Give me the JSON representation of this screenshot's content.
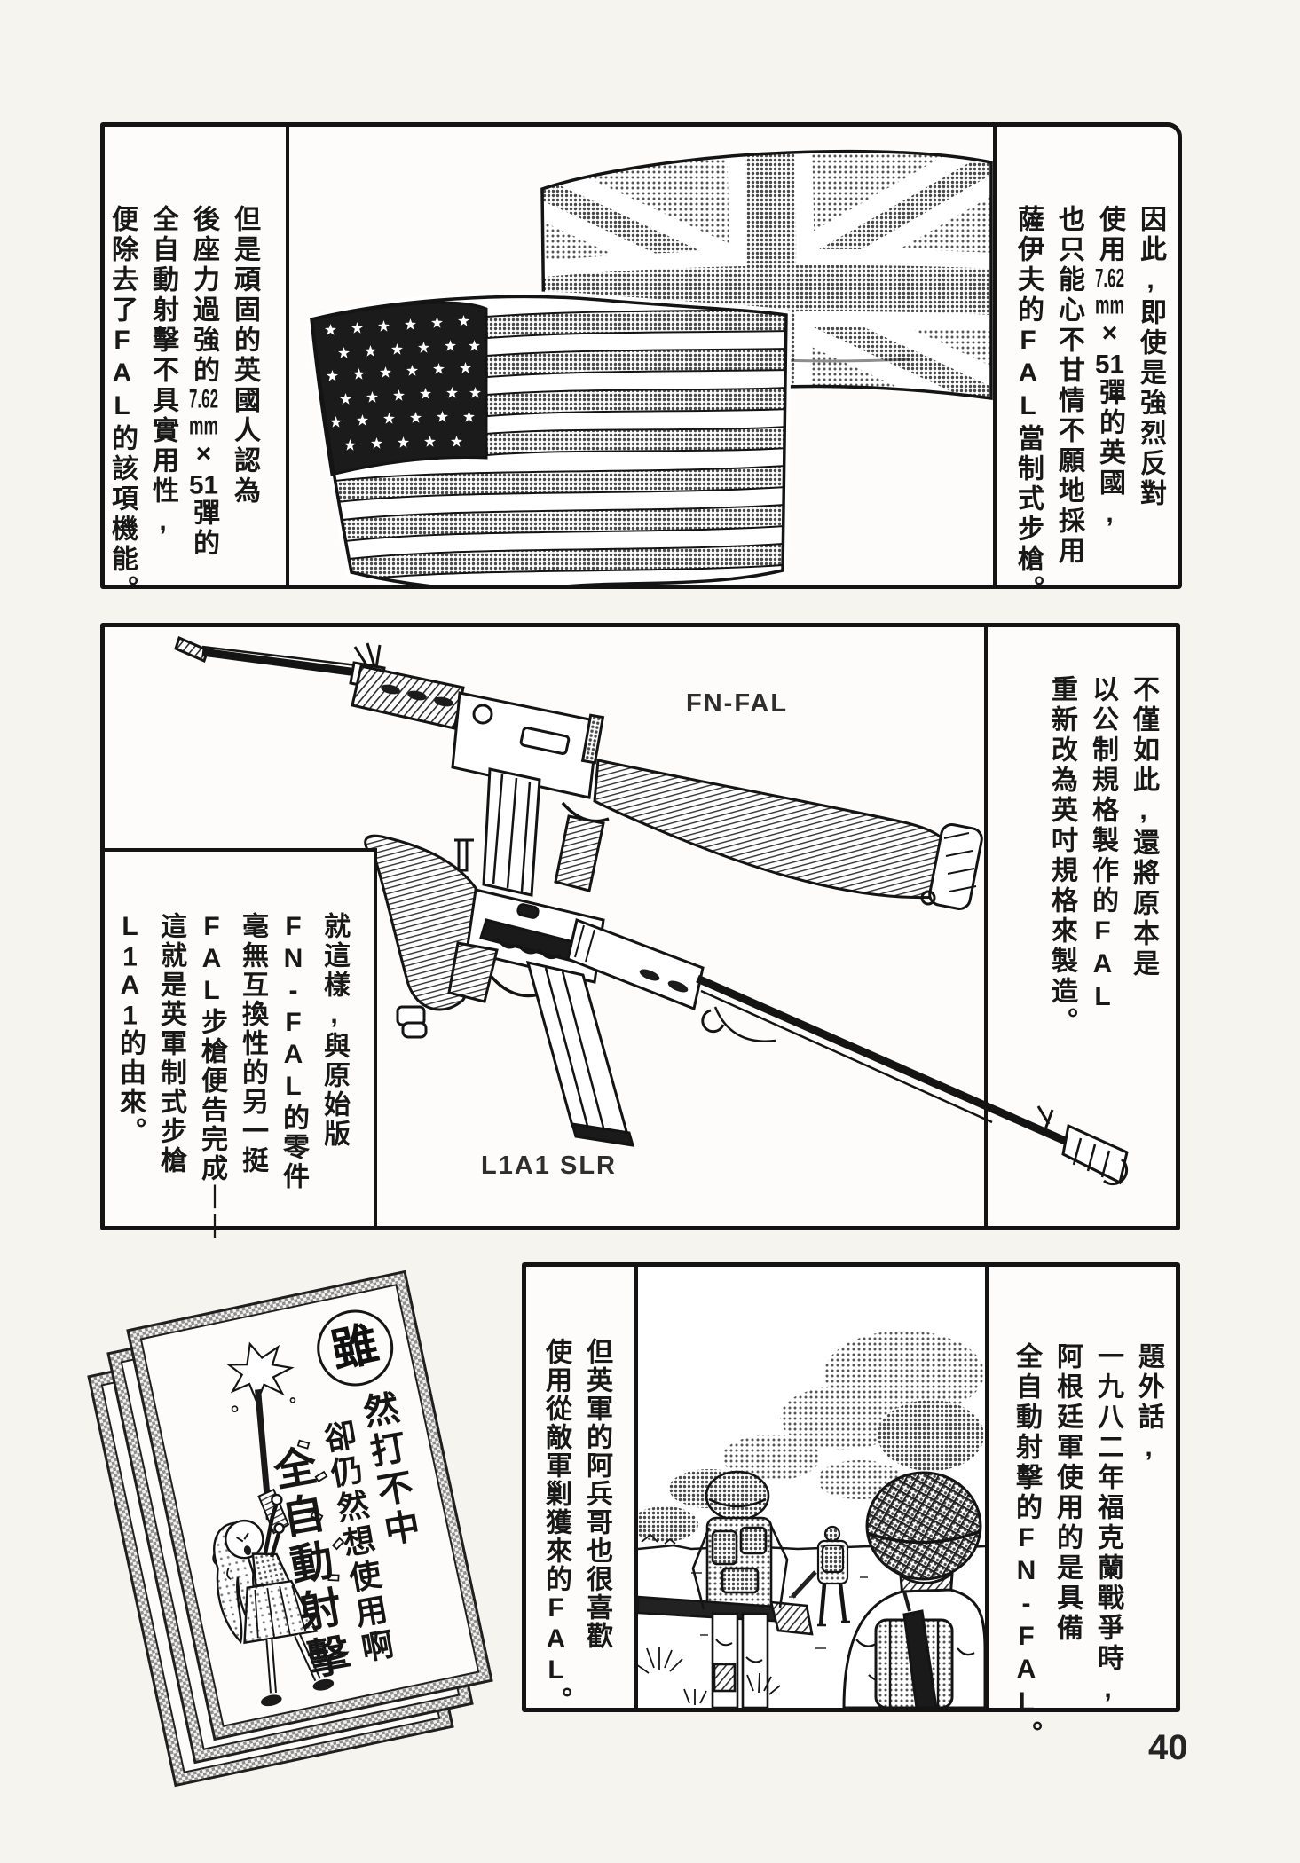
{
  "page": {
    "number": "40"
  },
  "colors": {
    "ink": "#141414",
    "paper": "#f6f4ee",
    "panel_bg": "#fdfcfa",
    "tone_gray": "#6b6b6b"
  },
  "panel1": {
    "left_text": [
      "但是頑固的英國人認為",
      "後座力過強的7.62mm×51彈的",
      "全自動射擊不具實用性,",
      "便除去了FAL的該項機能。"
    ],
    "right_text": [
      "因此,即使是強烈反對",
      "使用7.62mm×51彈的英國,",
      "也只能心不甘情不願地採用",
      "薩伊夫的FAL當制式步槍。"
    ]
  },
  "panel2": {
    "right_text": [
      "不僅如此,還將原本是",
      "以公制規格製作的FAL",
      "重新改為英吋規格來製造。"
    ],
    "left_text": [
      "就這樣,與原始版",
      "FN-FAL的零件",
      "毫無互換性的另一挺",
      "FAL步槍便告完成——",
      "這就是英軍制式步槍",
      "L1A1的由來。"
    ],
    "label_top": "FN-FAL",
    "label_bottom": "L1A1 SLR"
  },
  "panel3": {
    "left_text": [
      "但英軍的阿兵哥也很喜歡",
      "使用從敵軍剿獲來的FAL。"
    ],
    "right_text": [
      "題外話,",
      "一九八二年福克蘭戰爭時,",
      "阿根廷軍使用的是具備",
      "全自動射擊的FN-FAL。"
    ]
  },
  "comic": {
    "circle_char": "雖",
    "col1": "然打不中",
    "col2": "卻仍然想使用啊",
    "col3": "全自動射擊"
  },
  "illustrations": {
    "panel1": [
      "uk-flag",
      "us-flag"
    ],
    "panel2": [
      "fn-fal-rifle",
      "l1a1-slr-rifle"
    ],
    "panel3": [
      "soldiers-walking-field"
    ],
    "comic": [
      "stacked-comic-pages",
      "girl-firing-rifle",
      "muzzle-burst"
    ]
  }
}
